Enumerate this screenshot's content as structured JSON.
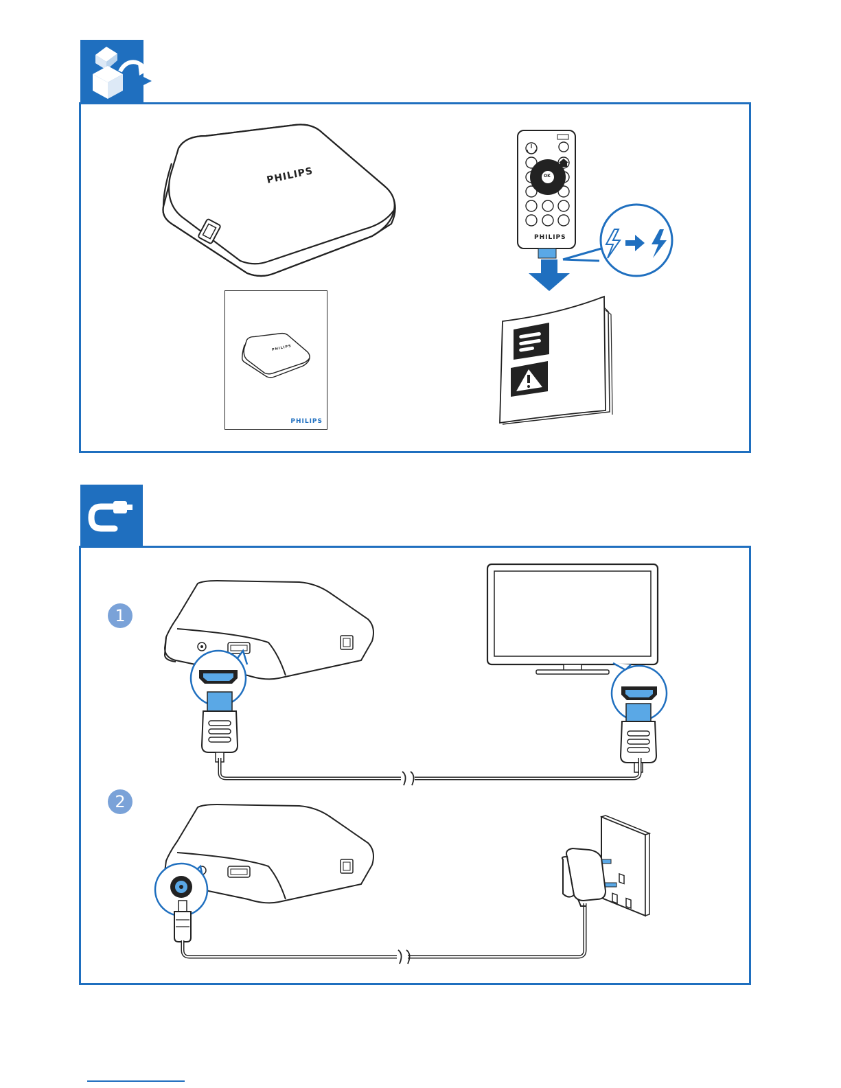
{
  "brand": {
    "name": "PHILIPS",
    "blue": "#1f6fbf",
    "light_blue": "#5aa8e6",
    "badge_blue": "#7aa2d8"
  },
  "sections": {
    "box_contents": {
      "icon": "unbox-icon"
    },
    "connect": {
      "icon": "cable-plug-icon"
    }
  },
  "box_contents": {
    "player_logo": "PHILIPS",
    "remote_logo": "PHILIPS",
    "remote_ok": "OK",
    "guide_logo": "PHILIPS",
    "guide_logo_small": "PHILIPS"
  },
  "connect": {
    "steps": [
      {
        "number": "1"
      },
      {
        "number": "2"
      }
    ]
  }
}
